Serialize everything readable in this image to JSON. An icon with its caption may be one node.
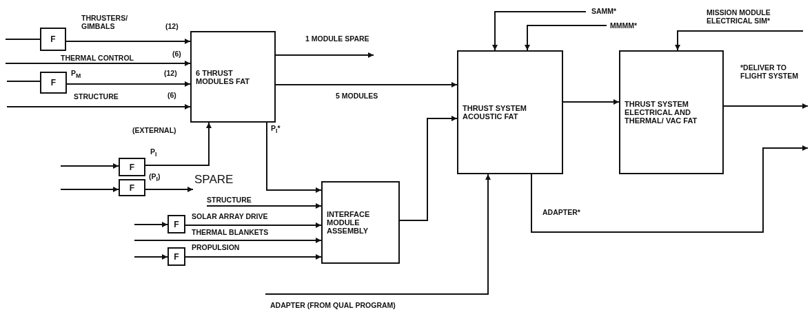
{
  "diagram": {
    "nodes": [
      {
        "text": [
          "F"
        ]
      },
      {
        "text": [
          "F"
        ]
      },
      {
        "text": [
          "6 THRUST MODULES FAT"
        ]
      },
      {
        "text": [
          "F"
        ]
      },
      {
        "text": [
          "F"
        ]
      },
      {
        "text": [
          "F"
        ]
      },
      {
        "text": [
          "F"
        ]
      },
      {
        "text": [
          "INTERFACE MODULE ASSEMBLY"
        ]
      },
      {
        "text": [
          "THRUST SYSTEM ACOUSTIC FAT"
        ]
      },
      {
        "text": [
          "THRUST SYSTEM ELECTRICAL AND THERMAL/ VAC FAT"
        ]
      },
      {
        "text": [
          "SPARE"
        ]
      }
    ],
    "edges": [
      {
        "from": null,
        "to": 0,
        "arrow": "none"
      },
      {
        "from": 0,
        "to": 2,
        "arrow": "to",
        "label": "THRUSTERS/ GIMBALS"
      },
      {
        "from": null,
        "to": 2,
        "arrow": "to",
        "label": "THERMAL CONTROL"
      },
      {
        "from": null,
        "to": 1,
        "arrow": "none"
      },
      {
        "from": 1,
        "to": 2,
        "arrow": "to",
        "label": "P$_{M}$"
      },
      {
        "from": null,
        "to": 2,
        "arrow": "to",
        "label": "STRUCTURE"
      },
      {
        "from": 3,
        "to": 2,
        "arrow": "to",
        "label": "P$_{I}$"
      },
      {
        "from": null,
        "to": 3,
        "arrow": "to"
      },
      {
        "from": null,
        "to": 4,
        "arrow": "to"
      },
      {
        "from": 4,
        "to": 10,
        "arrow": "to",
        "label": "(P$_{I}$)"
      },
      {
        "from": 2,
        "to": null,
        "arrow": "to",
        "label": "1 MODULE SPARE"
      },
      {
        "from": 2,
        "to": 8,
        "arrow": "to",
        "label": "5 MODULES"
      },
      {
        "from": 2,
        "to": 7,
        "arrow": "to",
        "label": "P$_{I}$*"
      },
      {
        "from": null,
        "to": 7,
        "arrow": "to",
        "label": "STRUCTURE"
      },
      {
        "from": null,
        "to": 5,
        "arrow": "to"
      },
      {
        "from": 5,
        "to": 7,
        "arrow": "to",
        "label": "SOLAR ARRAY DRIVE"
      },
      {
        "from": null,
        "to": 7,
        "arrow": "to",
        "label": "THERMAL BLANKETS"
      },
      {
        "from": null,
        "to": 6,
        "arrow": "to"
      },
      {
        "from": 6,
        "to": 7,
        "arrow": "to",
        "label": "PROPULSION"
      },
      {
        "from": 7,
        "to": 8,
        "arrow": "to"
      },
      {
        "from": null,
        "to": 8,
        "arrow": "to",
        "label": "ADAPTER (FROM QUAL PROGRAM)"
      },
      {
        "from": null,
        "to": 8,
        "arrow": "to",
        "label": "SAMM*"
      },
      {
        "from": null,
        "to": 8,
        "arrow": "to",
        "label": "MMMM*"
      },
      {
        "from": 8,
        "to": 9,
        "arrow": "to"
      },
      {
        "from": null,
        "to": 9,
        "arrow": "to",
        "label": "MISSION MODULE ELECTRICAL SIM*"
      },
      {
        "from": 9,
        "to": null,
        "arrow": "to"
      },
      {
        "from": 8,
        "to": null,
        "arrow": "to",
        "label": "ADAPTER*"
      }
    ],
    "labels": [
      "(12)",
      "(6)",
      "(12)",
      "(6)",
      "(EXTERNAL)",
      "*DELIVER TO FLIGHT SYSTEM"
    ]
  }
}
